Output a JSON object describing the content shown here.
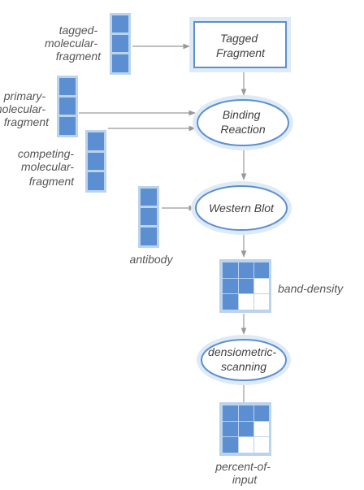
{
  "diagram": {
    "inputs": {
      "tagged": [
        "tagged-",
        "molecular-",
        "fragment"
      ],
      "primary": [
        "primary-",
        "molecular-",
        "fragment"
      ],
      "competing": [
        "competing-",
        "molecular-",
        "fragment"
      ],
      "antibody": [
        "antibody"
      ]
    },
    "processes": {
      "tagged_fragment": [
        "Tagged",
        "Fragment"
      ],
      "binding_reaction": [
        "Binding",
        "Reaction"
      ],
      "western_blot": [
        "Western Blot"
      ],
      "densiometric": [
        "densiometric-",
        "scanning"
      ]
    },
    "outputs": {
      "band_density": [
        "band-density"
      ],
      "percent_of_input": [
        "percent-of-",
        "input"
      ]
    },
    "colors": {
      "node_fill": "#5b8fd1",
      "node_halo": "#bcd3ec",
      "edge": "#999999",
      "label": "#555555"
    }
  }
}
